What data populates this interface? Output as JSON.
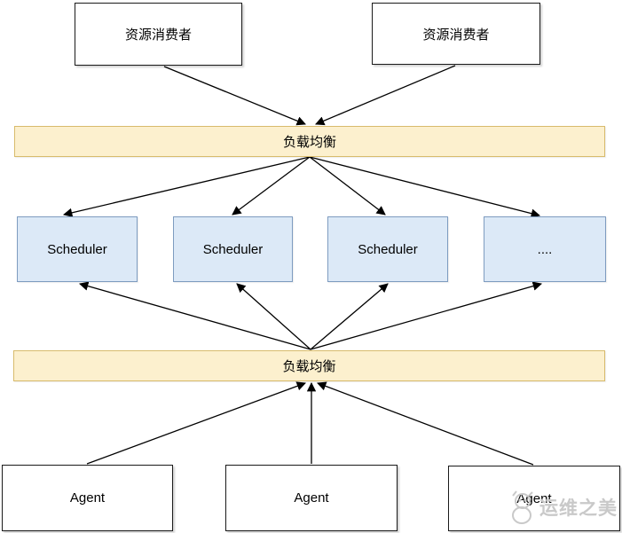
{
  "diagram": {
    "consumers": [
      {
        "label": "资源消费者"
      },
      {
        "label": "资源消费者"
      }
    ],
    "lb_top": {
      "label": "负载均衡"
    },
    "schedulers": [
      {
        "label": "Scheduler"
      },
      {
        "label": "Scheduler"
      },
      {
        "label": "Scheduler"
      },
      {
        "label": "...."
      }
    ],
    "lb_bottom": {
      "label": "负载均衡"
    },
    "agents": [
      {
        "label": "Agent"
      },
      {
        "label": "Agent"
      },
      {
        "label": "Agent"
      }
    ],
    "watermark": {
      "text": "运维之美",
      "icon": "mascot-icon"
    },
    "colors": {
      "lb_fill": "#FCF0CE",
      "lb_border": "#D8BB6C",
      "scheduler_fill": "#DCE9F7",
      "scheduler_border": "#7E9CC0",
      "box_border": "#1a1a1a",
      "arrow": "#000000",
      "watermark": "#c9c9c9"
    }
  }
}
